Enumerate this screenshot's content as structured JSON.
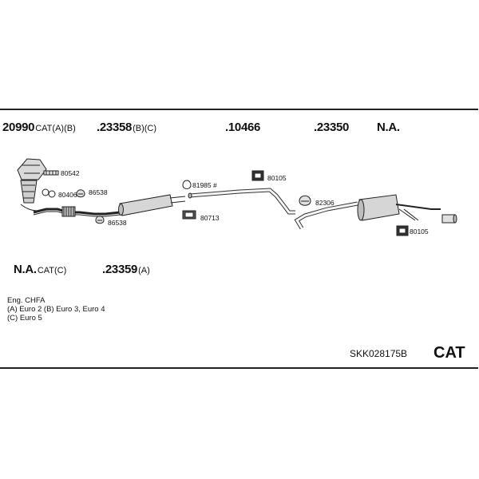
{
  "header_parts": [
    {
      "number": "20990",
      "suffix": "CAT(A)(B)"
    },
    {
      "number": ".23358",
      "suffix": "(B)(C)"
    },
    {
      "number": ".10466",
      "suffix": ""
    },
    {
      "number": ".23350",
      "suffix": ""
    },
    {
      "number": "N.A.",
      "suffix": ""
    }
  ],
  "lower_parts": [
    {
      "number": "N.A.",
      "suffix": "CAT(C)"
    },
    {
      "number": ".23359",
      "suffix": "(A)"
    }
  ],
  "small_parts": {
    "p80542": "80542",
    "p80406": "80406",
    "p86538a": "86538",
    "p86538b": "86538",
    "p81985": "81985 #",
    "p80713": "80713",
    "p80105a": "80105",
    "p82306": "82306",
    "p80105b": "80105"
  },
  "notes": {
    "line1": "Eng. CHFA",
    "line2": "(A) Euro 2 (B) Euro 3, Euro 4",
    "line3": "(C) Euro 5"
  },
  "kit_code": "SKK028175B",
  "brand": "CAT",
  "icons": [
    "catalytic-converter-icon",
    "gasket-icon",
    "clamp-icon",
    "rubber-hanger-icon",
    "muffler-icon",
    "pipe-icon",
    "tailpipe-icon"
  ]
}
